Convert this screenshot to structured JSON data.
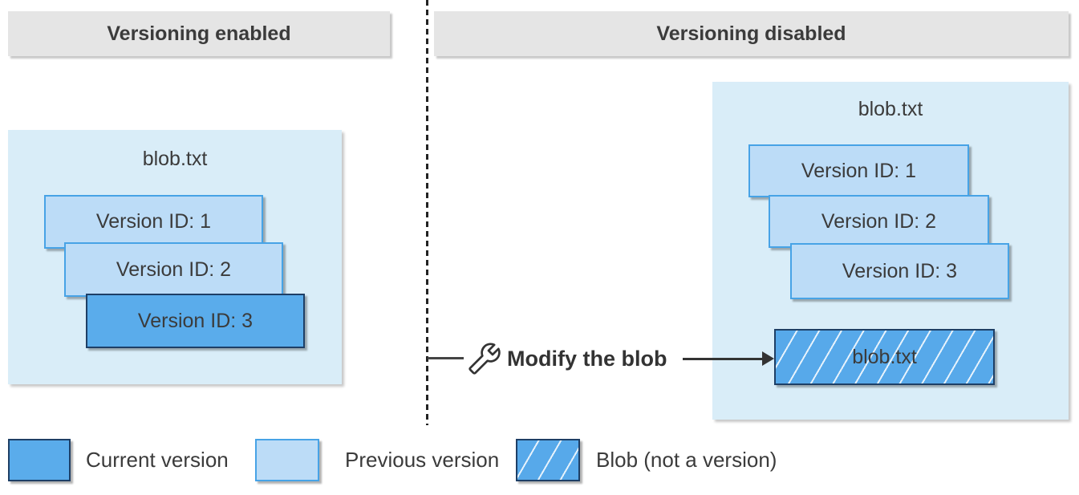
{
  "panels": {
    "left": {
      "header": "Versioning enabled",
      "blob_title": "blob.txt",
      "versions": [
        {
          "label": "Version ID: 1",
          "type": "previous"
        },
        {
          "label": "Version ID: 2",
          "type": "previous"
        },
        {
          "label": "Version ID: 3",
          "type": "current"
        }
      ]
    },
    "right": {
      "header": "Versioning disabled",
      "blob_title": "blob.txt",
      "versions": [
        {
          "label": "Version ID: 1",
          "type": "previous"
        },
        {
          "label": "Version ID: 2",
          "type": "previous"
        },
        {
          "label": "Version ID: 3",
          "type": "previous"
        }
      ],
      "blob_box_label": "blob.txt"
    }
  },
  "action": {
    "icon": "wrench-icon",
    "label": "Modify the blob"
  },
  "legend": [
    {
      "swatch": "current",
      "label": "Current version"
    },
    {
      "swatch": "previous",
      "label": "Previous version"
    },
    {
      "swatch": "blob-hatched",
      "label": "Blob (not a version)"
    }
  ],
  "colors": {
    "current_version_fill": "#5aaceb",
    "current_version_border": "#1e3f66",
    "previous_version_fill": "#bcdcf7",
    "previous_version_border": "#47a3e6",
    "panel_background": "#d9edf8",
    "header_background": "#e5e5e5",
    "hatch_stripe": "#ffffff",
    "text": "#3b3b3b",
    "line": "#333333"
  }
}
